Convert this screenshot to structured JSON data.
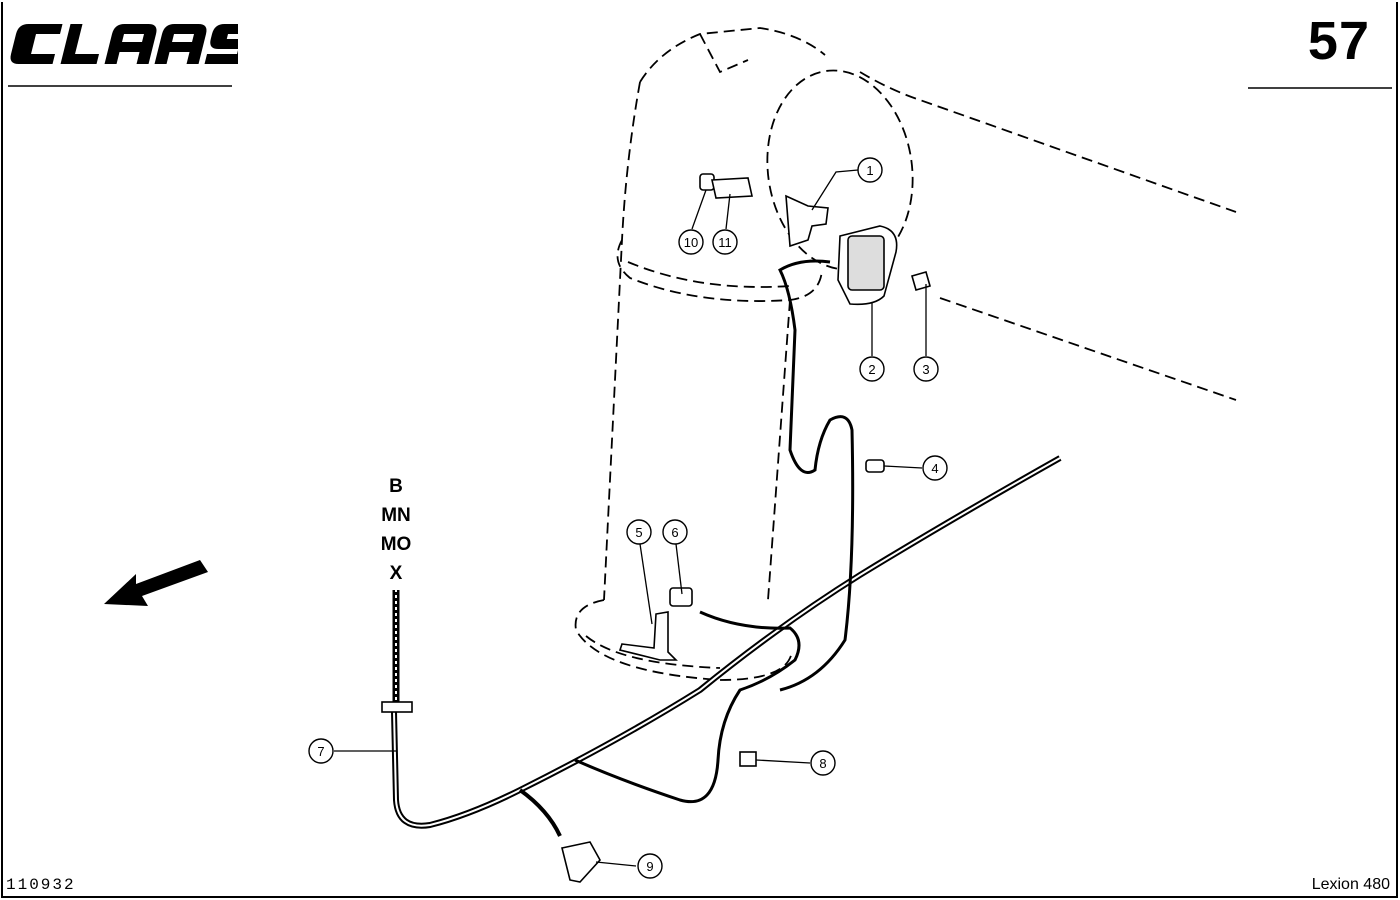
{
  "header": {
    "brand": "CLAAS",
    "page_number": "57"
  },
  "footer": {
    "drawing_id": "110932",
    "model": "Lexion 480"
  },
  "connector_codes": [
    "B",
    "MN",
    "MO",
    "X"
  ],
  "callouts": [
    {
      "number": "1"
    },
    {
      "number": "2"
    },
    {
      "number": "3"
    },
    {
      "number": "4"
    },
    {
      "number": "5"
    },
    {
      "number": "6"
    },
    {
      "number": "7"
    },
    {
      "number": "8"
    },
    {
      "number": "9"
    },
    {
      "number": "10"
    },
    {
      "number": "11"
    }
  ]
}
